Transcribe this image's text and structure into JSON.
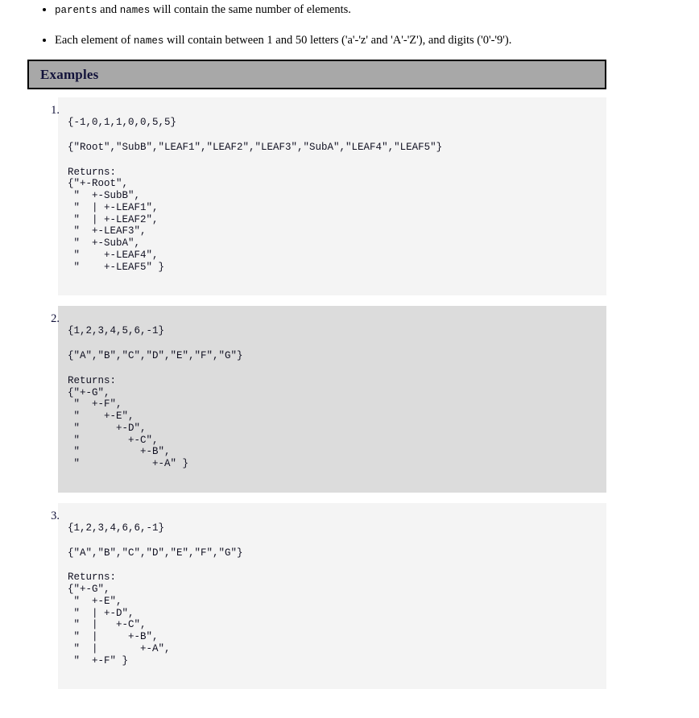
{
  "constraints": [
    {
      "id": "constraint-parents-names-same-length",
      "parts": [
        {
          "type": "code",
          "text": "parents"
        },
        {
          "type": "text",
          "text": " and "
        },
        {
          "type": "code",
          "text": "names"
        },
        {
          "type": "text",
          "text": " will contain the same number of elements."
        }
      ]
    },
    {
      "id": "constraint-names-characters",
      "parts": [
        {
          "type": "text",
          "text": "Each element of "
        },
        {
          "type": "code",
          "text": "names"
        },
        {
          "type": "text",
          "text": " will contain between 1 and 50 letters ('a'-'z' and 'A'-'Z'), and digits ('0'-'9')."
        }
      ]
    }
  ],
  "examples_section": {
    "header_title": "Examples",
    "header_bg": "#a8a8a8",
    "header_border": "#000000",
    "shade_light": "#f4f4f4",
    "shade_dark": "#dcdcdc",
    "returns_label": "Returns:"
  },
  "examples": [
    {
      "number": "1.",
      "shade": "light",
      "parents_line": "{-1,0,1,1,0,0,5,5}",
      "names_line": "{\"Root\",\"SubB\",\"LEAF1\",\"LEAF2\",\"LEAF3\",\"SubA\",\"LEAF4\",\"LEAF5\"}",
      "returns_label": "Returns:",
      "returns_lines": [
        "{\"+-Root\",",
        " \"  +-SubB\",",
        " \"  | +-LEAF1\",",
        " \"  | +-LEAF2\",",
        " \"  +-LEAF3\",",
        " \"  +-SubA\",",
        " \"    +-LEAF4\",",
        " \"    +-LEAF5\" }"
      ]
    },
    {
      "number": "2.",
      "shade": "dark",
      "parents_line": "{1,2,3,4,5,6,-1}",
      "names_line": "{\"A\",\"B\",\"C\",\"D\",\"E\",\"F\",\"G\"}",
      "returns_label": "Returns:",
      "returns_lines": [
        "{\"+-G\",",
        " \"  +-F\",",
        " \"    +-E\",",
        " \"      +-D\",",
        " \"        +-C\",",
        " \"          +-B\",",
        " \"            +-A\" }"
      ]
    },
    {
      "number": "3.",
      "shade": "light",
      "parents_line": "{1,2,3,4,6,6,-1}",
      "names_line": "{\"A\",\"B\",\"C\",\"D\",\"E\",\"F\",\"G\"}",
      "returns_label": "Returns:",
      "returns_lines": [
        "{\"+-G\",",
        " \"  +-E\",",
        " \"  | +-D\",",
        " \"  |   +-C\",",
        " \"  |     +-B\",",
        " \"  |       +-A\",",
        " \"  +-F\" }"
      ]
    }
  ]
}
